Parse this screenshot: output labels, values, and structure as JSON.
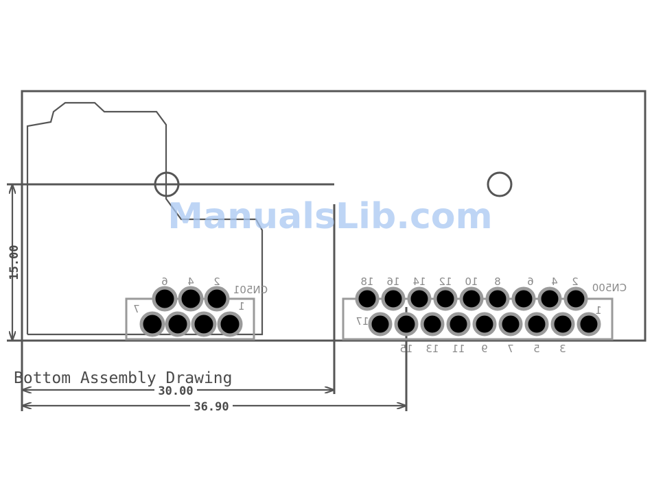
{
  "title": "Bottom Assembly Drawing",
  "watermark": "ManualsLib.com",
  "dimensions": {
    "height": "15.00",
    "width_a": "30.00",
    "width_b": "36.90"
  },
  "connectors": {
    "cn501": {
      "name": "CN501",
      "top_pins": [
        "6",
        "4",
        "2"
      ],
      "bottom_first": "7",
      "bottom_last": "1"
    },
    "cn500": {
      "name": "CN500",
      "top_pins": [
        "18",
        "16",
        "14",
        "12",
        "10",
        "8",
        "6",
        "4",
        "2"
      ],
      "bottom_pins": [
        "15",
        "13",
        "11",
        "9",
        "7",
        "5",
        "3"
      ],
      "bottom_first": "17",
      "bottom_last": "1"
    }
  },
  "colors": {
    "outline": "#555555",
    "connector": "#9a9a9a",
    "pad": "#000000",
    "watermark": "#a9c8f2"
  }
}
